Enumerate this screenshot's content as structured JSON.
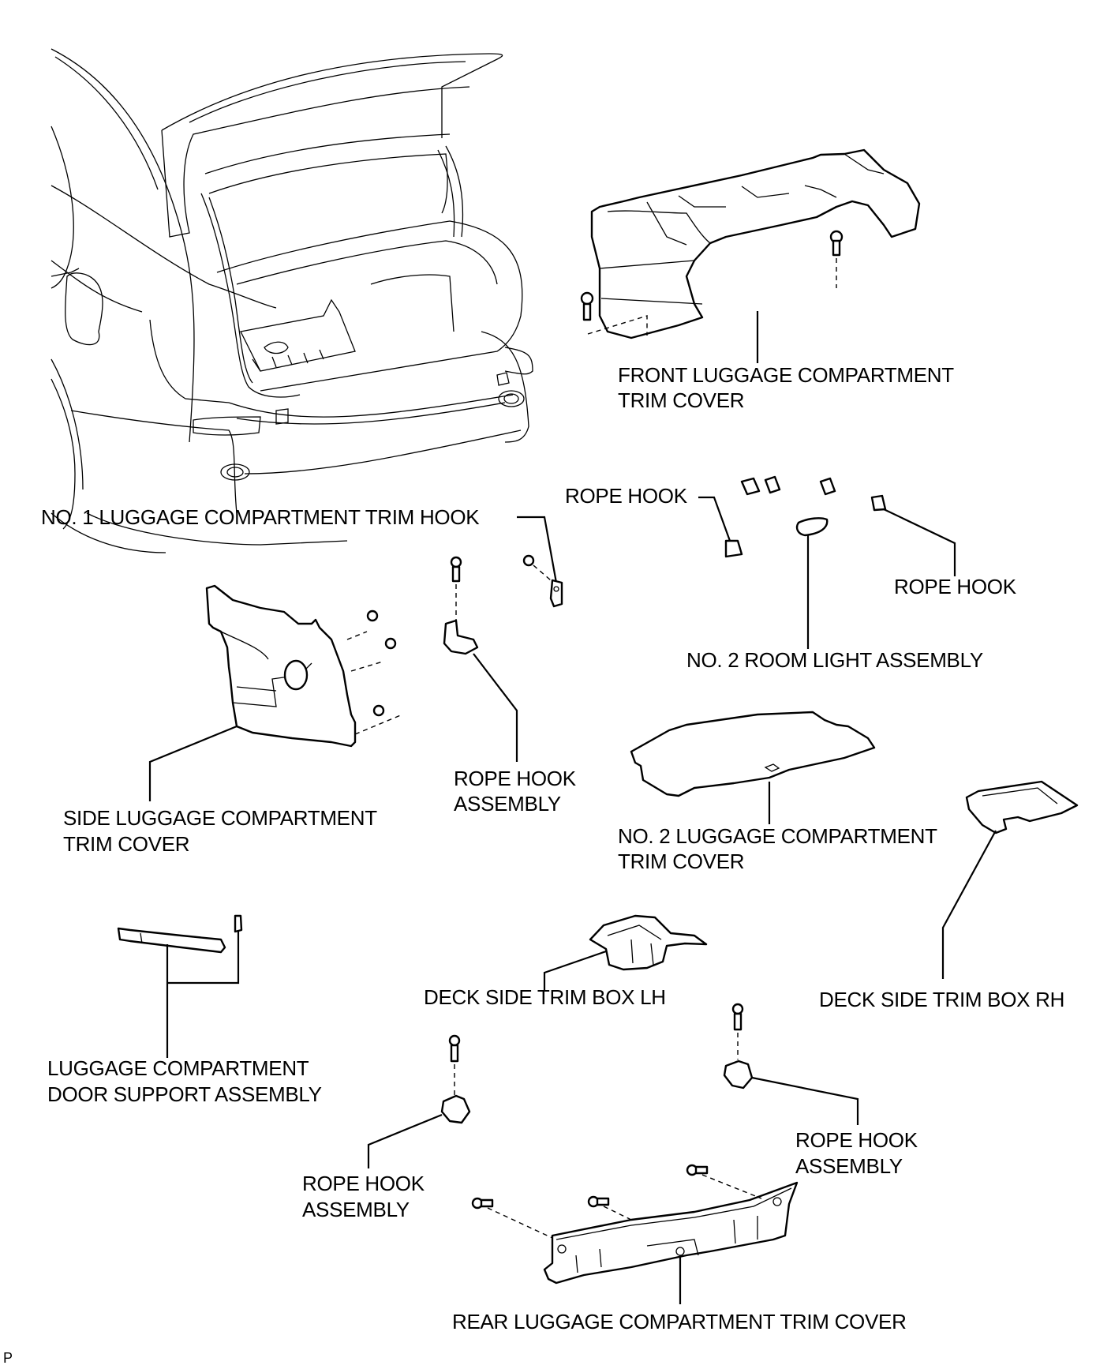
{
  "diagram": {
    "title": "Luggage Compartment Trim Components",
    "reference_code": "P",
    "labels": {
      "front_trim_cover": [
        "FRONT LUGGAGE COMPARTMENT",
        "TRIM COVER"
      ],
      "no1_trim_hook": "NO. 1 LUGGAGE COMPARTMENT TRIM HOOK",
      "rope_hook_left": "ROPE HOOK",
      "rope_hook_right": "ROPE HOOK",
      "no2_room_light": "NO. 2 ROOM LIGHT ASSEMBLY",
      "rope_hook_assembly_upper": [
        "ROPE HOOK",
        "ASSEMBLY"
      ],
      "side_trim_cover": [
        "SIDE LUGGAGE COMPARTMENT",
        "TRIM COVER"
      ],
      "no2_trim_cover": [
        "NO. 2 LUGGAGE COMPARTMENT",
        "TRIM COVER"
      ],
      "door_support": [
        "LUGGAGE COMPARTMENT",
        "DOOR SUPPORT ASSEMBLY"
      ],
      "deck_box_lh": "DECK SIDE TRIM BOX LH",
      "deck_box_rh": "DECK SIDE TRIM BOX RH",
      "rope_hook_assembly_lower_left": [
        "ROPE HOOK",
        "ASSEMBLY"
      ],
      "rope_hook_assembly_lower_right": [
        "ROPE HOOK",
        "ASSEMBLY"
      ],
      "rear_trim_cover": "REAR LUGGAGE COMPARTMENT TRIM COVER"
    }
  }
}
